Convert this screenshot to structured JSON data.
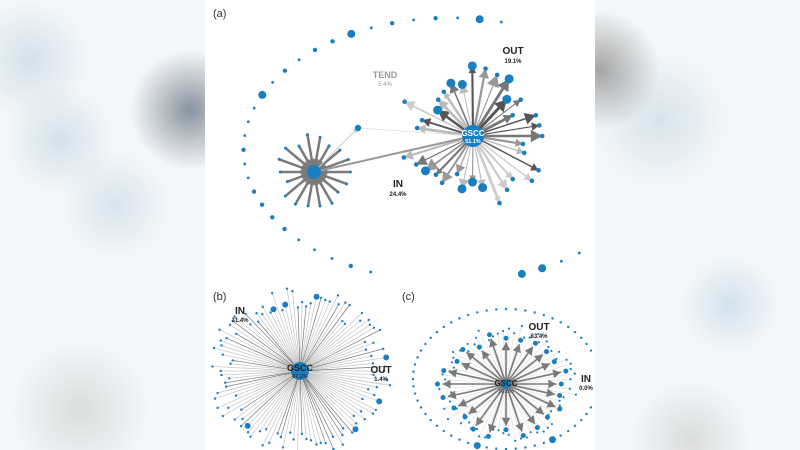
{
  "figure": {
    "background_color": "#ffffff",
    "node_color": "#1a7fc1",
    "edge_color": "#808080"
  },
  "panels": [
    {
      "id": "a",
      "label": "(a)",
      "hub": {
        "name": "GSCC",
        "pct": "51.1%"
      },
      "components": [
        {
          "name": "OUT",
          "pct": "19.1%"
        },
        {
          "name": "TEND",
          "pct": "5.4%"
        },
        {
          "name": "IN",
          "pct": "24.4%"
        }
      ]
    },
    {
      "id": "b",
      "label": "(b)",
      "hub": {
        "name": "GSCC",
        "pct": "67.2%"
      },
      "components": [
        {
          "name": "IN",
          "pct": "31.4%"
        },
        {
          "name": "OUT",
          "pct": "1.4%"
        }
      ]
    },
    {
      "id": "c",
      "label": "(c)",
      "hub": {
        "name": "GSCC",
        "pct": "16.6%"
      },
      "components": [
        {
          "name": "OUT",
          "pct": "83.4%"
        },
        {
          "name": "IN",
          "pct": "0.0%"
        }
      ]
    }
  ]
}
